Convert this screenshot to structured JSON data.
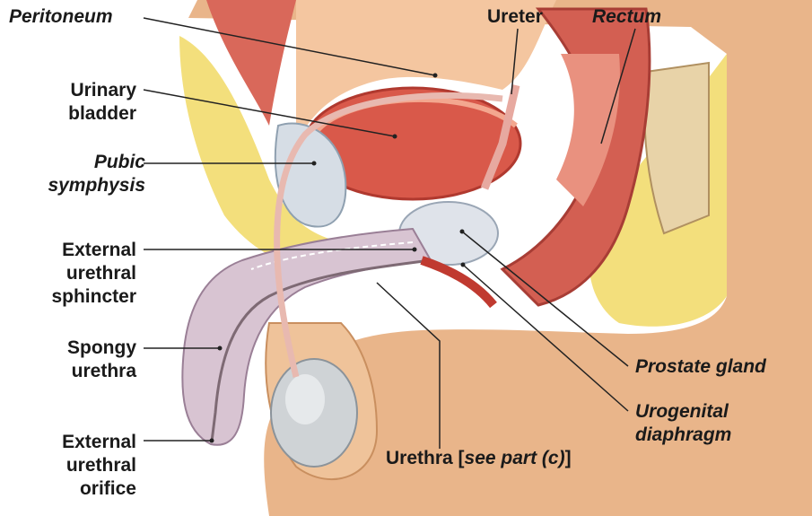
{
  "labels": {
    "peritoneum": "Peritoneum",
    "ureter": "Ureter",
    "rectum": "Rectum",
    "urinary_bladder": [
      "Urinary",
      "bladder"
    ],
    "pubic_symphysis": [
      "Pubic",
      "symphysis"
    ],
    "external_urethral_sphincter": [
      "External",
      "urethral",
      "sphincter"
    ],
    "spongy_urethra": [
      "Spongy",
      "urethra"
    ],
    "external_urethral_orifice": [
      "External",
      "urethral",
      "orifice"
    ],
    "prostate_gland": "Prostate gland",
    "urogenital_diaphragm": [
      "Urogenital",
      "diaphragm"
    ],
    "urethra": "Urethra [",
    "urethra_ref": "see part (c)",
    "urethra_close": "]"
  }
}
